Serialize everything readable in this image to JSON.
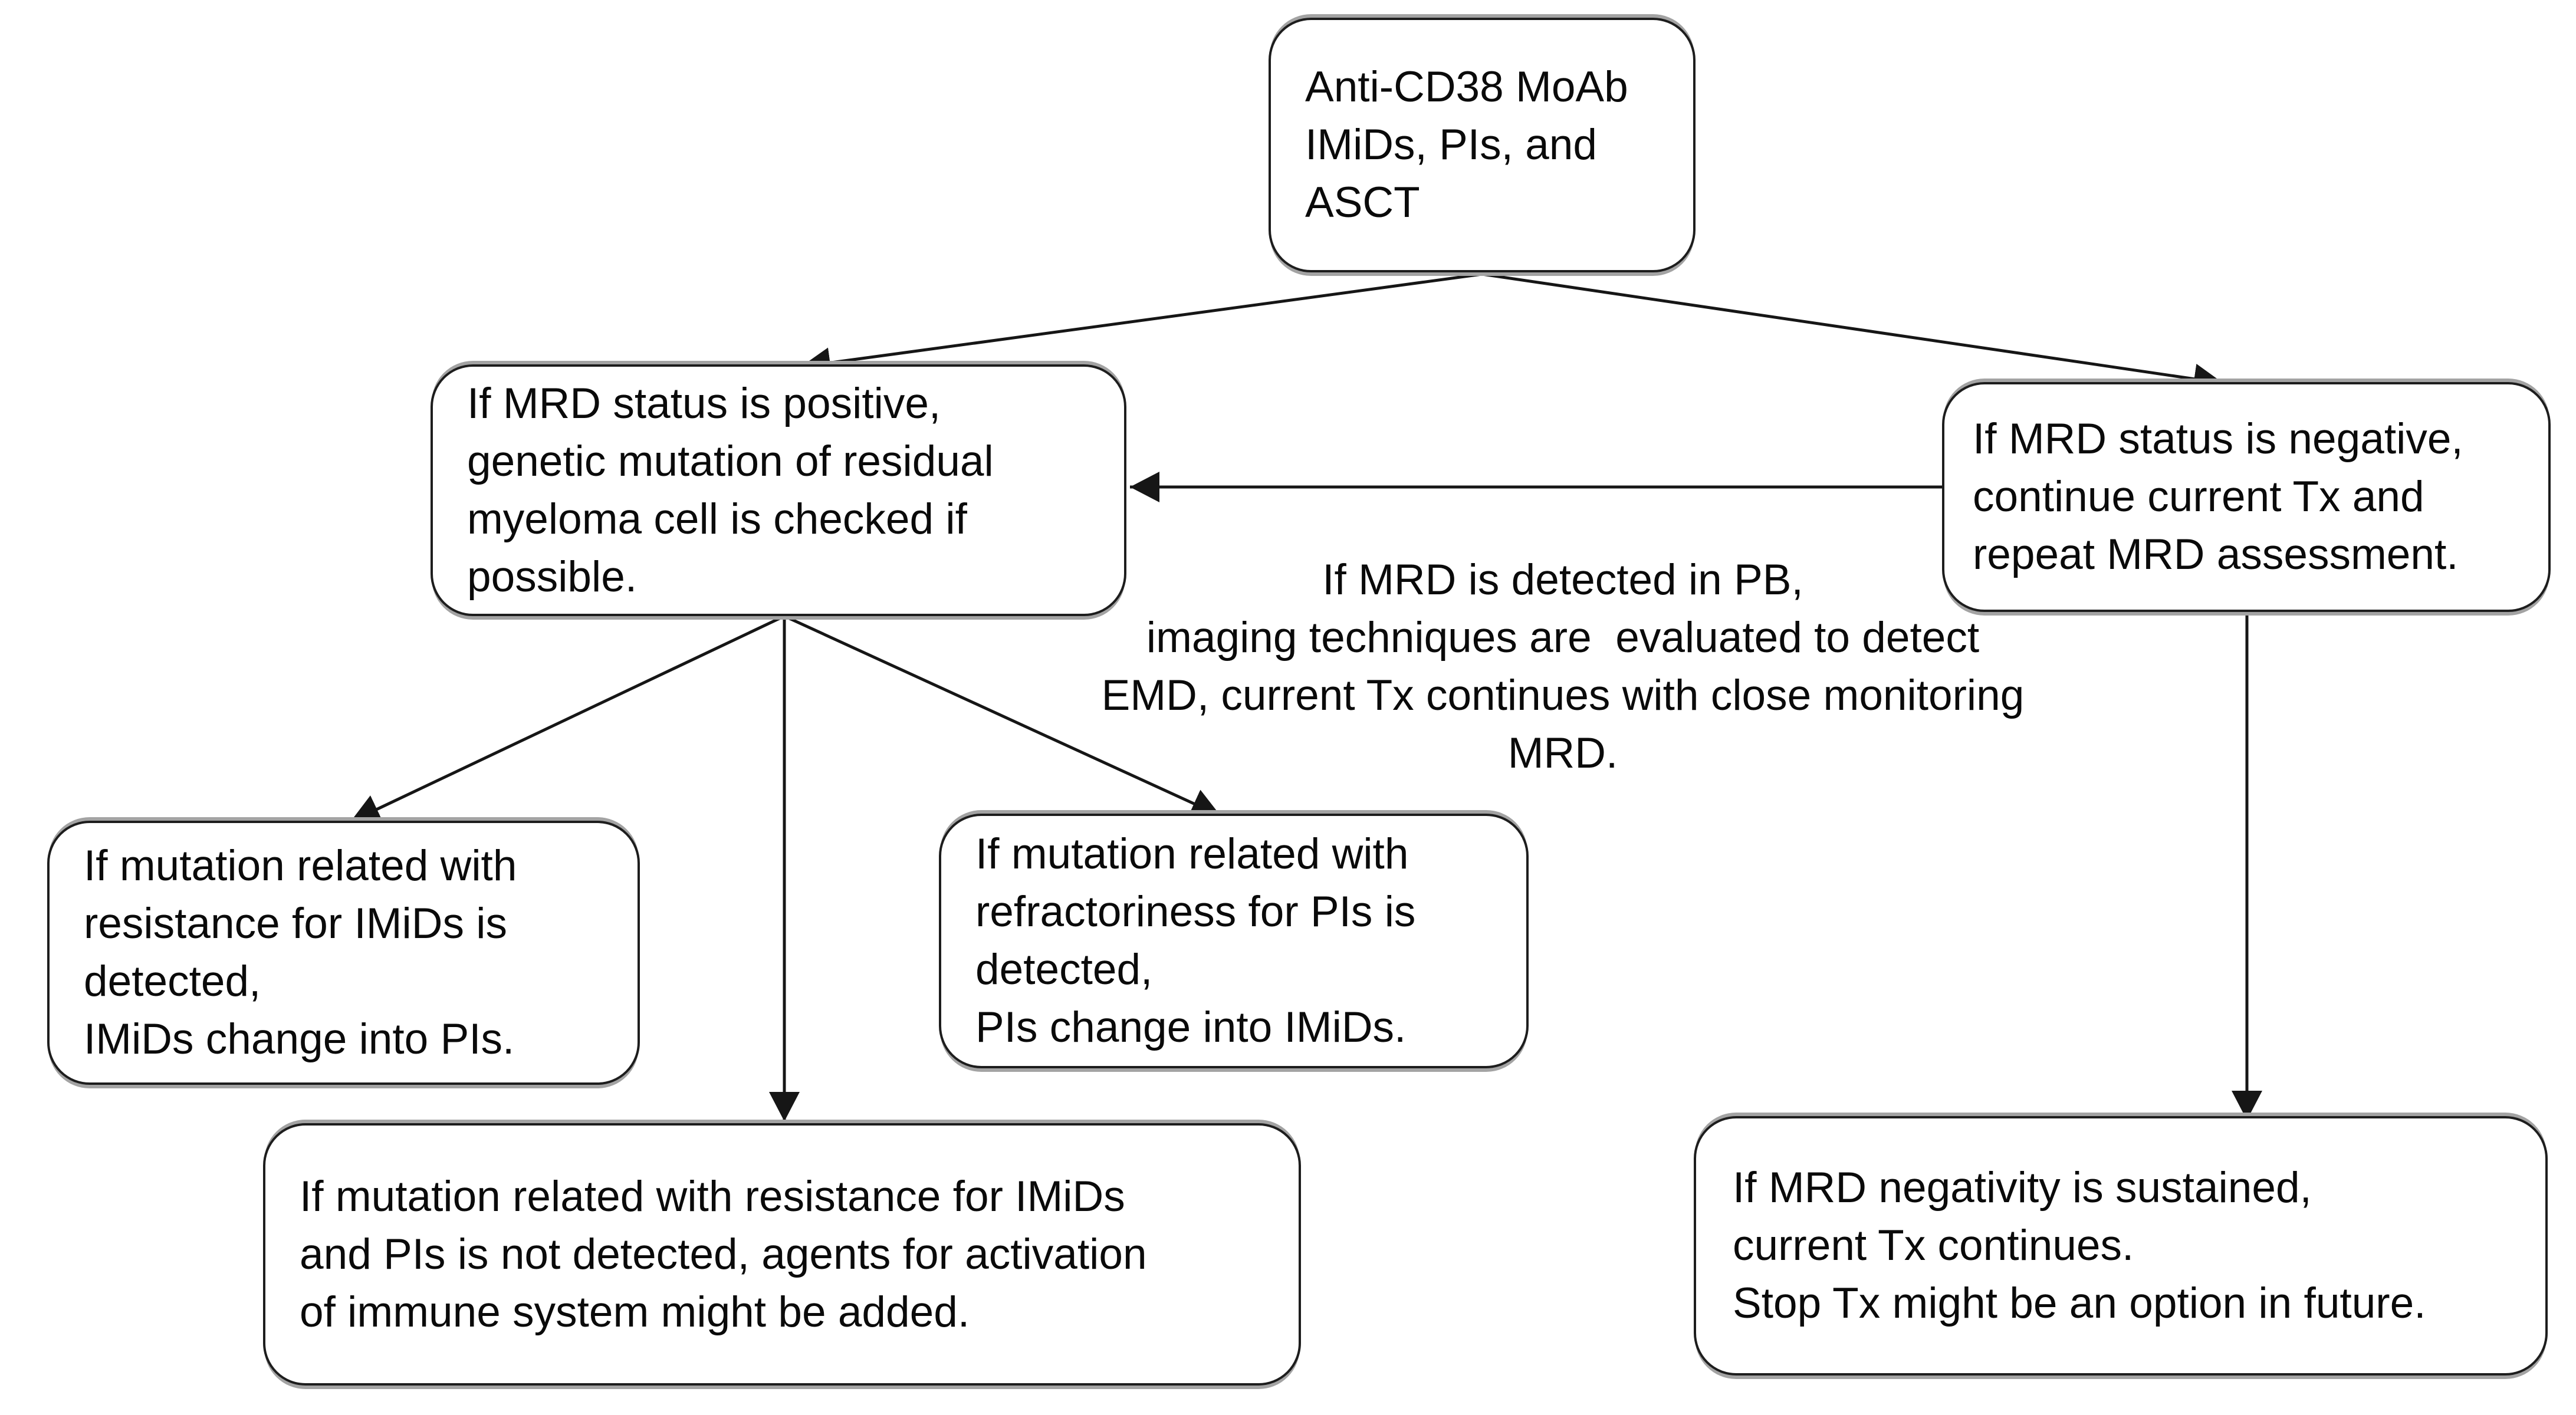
{
  "diagram": {
    "background_color": "#ffffff",
    "text_color": "#0a0a0a",
    "line_color": "#161616",
    "box_border_color": "#1d1d1d",
    "box_edge_shade_color": "#a3a3a3",
    "nodes": {
      "initial_therapy": {
        "text": "Anti-CD38 MoAb\nIMiDs, PIs, and\nASCT"
      },
      "mrd_positive": {
        "text": "If MRD status is positive,\ngenetic mutation of residual\nmyeloma cell is checked if\npossible."
      },
      "mrd_negative": {
        "text": "If MRD status is negative,\ncontinue current Tx and\nrepeat MRD assessment."
      },
      "imids_resistance": {
        "text": "If mutation related with\nresistance for IMiDs is\ndetected,\nIMiDs change into PIs."
      },
      "pis_refractoriness": {
        "text": "If mutation related with\nrefractoriness for PIs is\ndetected,\nPIs change into IMiDs."
      },
      "no_mutation_detected": {
        "text": "If mutation related with resistance for IMiDs\nand PIs is not detected, agents for activation\nof immune system might be added."
      },
      "mrd_sustained": {
        "text": "If MRD negativity is sustained,\ncurrent Tx continues.\nStop Tx might be an option in future."
      }
    },
    "edge_label": {
      "text": "If MRD is detected in PB,\nimaging techniques are  evaluated to detect\nEMD, current Tx continues with close monitoring\nMRD."
    },
    "edges": [
      {
        "from": "initial_therapy",
        "to": "mrd_positive"
      },
      {
        "from": "initial_therapy",
        "to": "mrd_negative"
      },
      {
        "from": "mrd_negative",
        "to": "mrd_positive",
        "label": "If MRD is detected in PB, imaging techniques are evaluated to detect EMD, current Tx continues with close monitoring MRD."
      },
      {
        "from": "mrd_positive",
        "to": "imids_resistance"
      },
      {
        "from": "mrd_positive",
        "to": "no_mutation_detected"
      },
      {
        "from": "mrd_positive",
        "to": "pis_refractoriness"
      },
      {
        "from": "mrd_negative",
        "to": "mrd_sustained"
      }
    ]
  }
}
